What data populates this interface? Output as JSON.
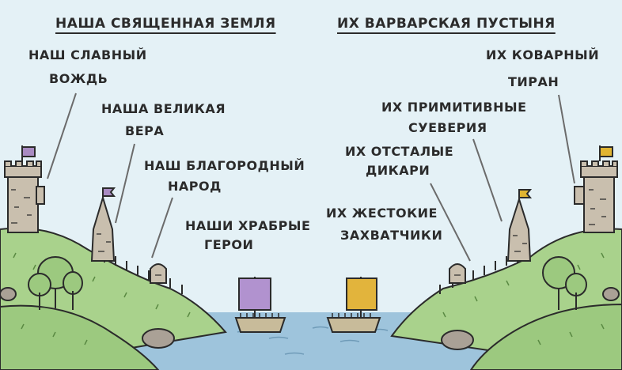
{
  "left_side": {
    "heading": "НАША СВЯЩЕННАЯ ЗЕМЛЯ",
    "labels": {
      "leader_1": "НАШ СЛАВНЫЙ",
      "leader_2": "ВОЖДЬ",
      "faith_1": "НАША ВЕЛИКАЯ",
      "faith_2": "ВЕРА",
      "people_1": "НАШ БЛАГОРОДНЫЙ",
      "people_2": "НАРОД",
      "heroes_1": "НАШИ ХРАБРЫЕ",
      "heroes_2": "ГЕРОИ"
    }
  },
  "right_side": {
    "heading": "ИХ ВАРВАРСКАЯ ПУСТЫНЯ",
    "labels": {
      "tyrant_1": "ИХ КОВАРНЫЙ",
      "tyrant_2": "ТИРАН",
      "superstition_1": "ИХ ПРИМИТИВНЫЕ",
      "superstition_2": "СУЕВЕРИЯ",
      "savages_1": "ИХ ОТСТАЛЫЕ",
      "savages_2": "ДИКАРИ",
      "invaders_1": "ИХ ЖЕСТОКИЕ",
      "invaders_2": "ЗАХВАТЧИКИ"
    }
  },
  "colors": {
    "sky": "#e4f1f6",
    "hill": "#a9d28c",
    "water": "#9ec4dc",
    "left_flag": "#a98bc2",
    "left_sail": "#b192cf",
    "right_flag": "#e0b432",
    "right_sail": "#e2b43c"
  }
}
